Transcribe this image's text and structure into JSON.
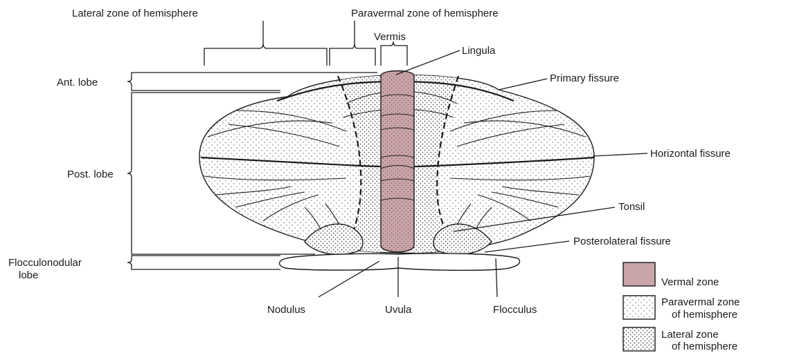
{
  "colors": {
    "vermal": "#c9a4a8",
    "outline": "#1a1a1a",
    "stipple": "#6a6a6a",
    "background": "#ffffff"
  },
  "labels": {
    "lateral_zone_top": "Lateral zone of hemisphere",
    "paravermal_zone_top": "Paravermal zone of hemisphere",
    "vermis": "Vermis",
    "lingula": "Lingula",
    "primary_fissure": "Primary fissure",
    "ant_lobe": "Ant. lobe",
    "horizontal_fissure": "Horizontal fissure",
    "post_lobe": "Post. lobe",
    "tonsil": "Tonsil",
    "posterolateral_fissure": "Posterolateral fissure",
    "flocculonodular_line1": "Flocculonodular",
    "flocculonodular_line2": "lobe",
    "nodulus": "Nodulus",
    "uvula": "Uvula",
    "flocculus": "Flocculus"
  },
  "legend": {
    "vermal": {
      "label": "Vermal zone"
    },
    "paravermal": {
      "line1": "Paravermal zone",
      "line2": "of hemisphere"
    },
    "lateral": {
      "line1": "Lateral zone",
      "line2": "of hemisphere"
    }
  }
}
